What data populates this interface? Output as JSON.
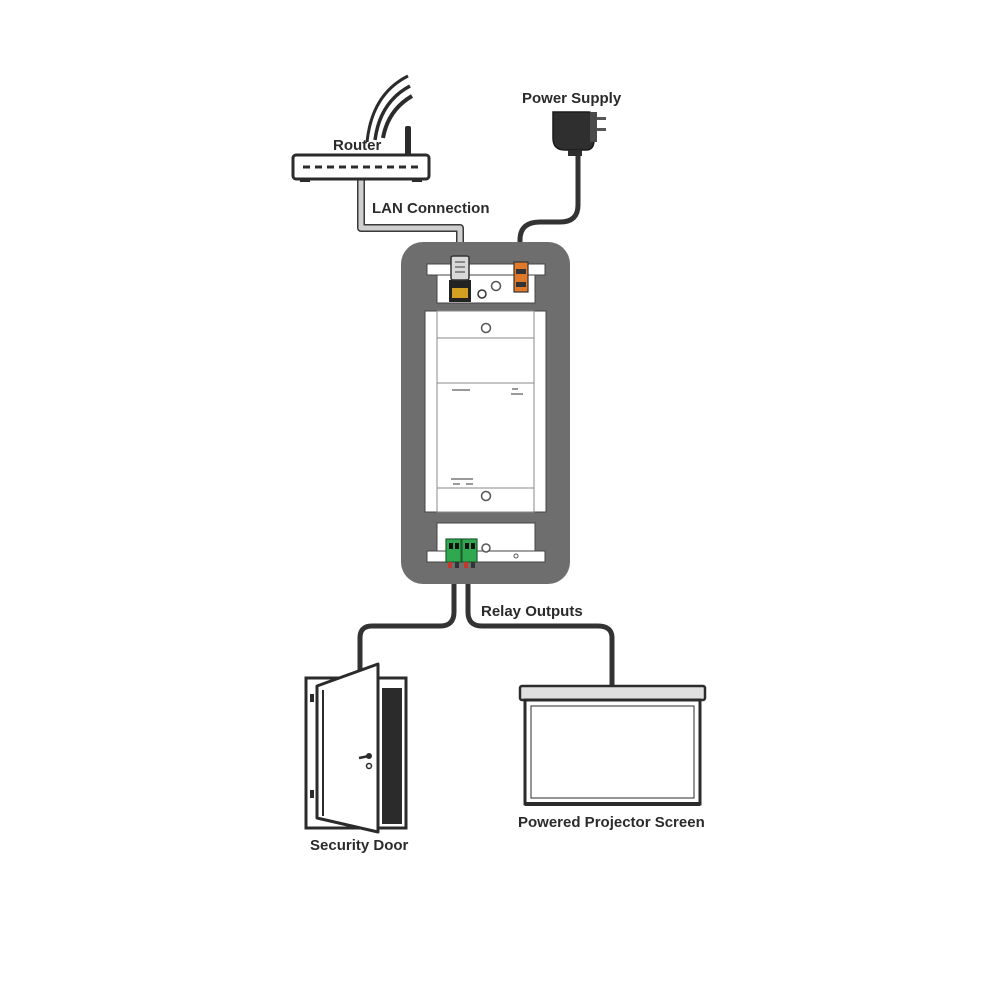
{
  "labels": {
    "router": "Router",
    "lan_connection": "LAN Connection",
    "power_supply": "Power Supply",
    "relay_outputs": "Relay Outputs",
    "security_door": "Security Door",
    "projector_screen": "Powered Projector Screen"
  },
  "colors": {
    "panel": "#6e6e6e",
    "cable_dark": "#3a3a3a",
    "cable_lan": "#c8c8c8",
    "connector_green": "#2fa84f",
    "connector_orange": "#e07a2a",
    "outline": "#2b2b2b"
  },
  "icons": {
    "router": "router-icon",
    "power": "power-adapter-icon",
    "door": "door-icon",
    "screen": "projector-screen-icon"
  }
}
